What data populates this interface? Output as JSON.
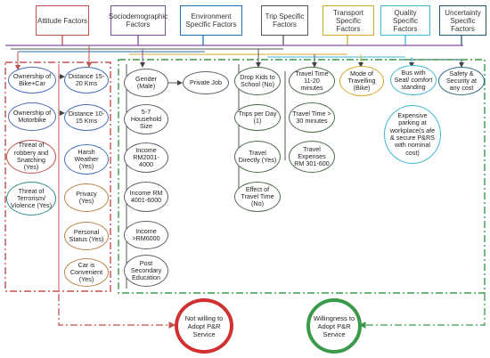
{
  "categories": {
    "attitude": "Attitude Factors",
    "sociodemographic": "Sociodemographic Factors",
    "environment": "Environment Specific Factors",
    "trip": "Trip Specific Factors",
    "transport": "Transport Specific Factors",
    "quality": "Quality Specific Factors",
    "uncertainty": "Uncertainty Specific Factors"
  },
  "nodes": {
    "ownership_bike_car": "Ownership of Bike+Car",
    "ownership_motorbike": "Ownership of Motorbike",
    "threat_robbery": "Threat of robbery and Snatching (Yes)",
    "threat_terrorism": "Threat of Terrorism/ Violence (Yes)",
    "distance_15_20": "Distance 15-20 Kms",
    "distance_10_15": "Distance 10-15 Kms",
    "harsh_weather": "Harsh Weather (Yes)",
    "privacy": "Privacy (Yes)",
    "personal_status": "Personal Status (Yes)",
    "car_convenient": "Car is Convenient (Yes)",
    "gender": "Gender (Male)",
    "household": "5-7 Household Size",
    "income_2001": "Income RM2001-4000",
    "income_4001": "Income RM 4001-6000",
    "income_6000": "Income >RM6000",
    "post_secondary": "Post Secondary Education",
    "private_job": "Private Job",
    "drop_kids": "Drop Kids to School (No)",
    "trips_per_day": "Trips per Day (1)",
    "travel_directly": "Travel Directly (Yes)",
    "effect_travel_time": "Effect of Travel Time (No)",
    "travel_time_11_20": "Travel Time 11-20 minutes",
    "travel_time_30": "Travel Time > 30 minutes",
    "travel_expenses": "Travel Expenses RM 301-600",
    "mode_travelling": "Mode of Travelling (Bike)",
    "bus_seat": "Bus with Seat/ comfort standing",
    "expensive_parking": "Expensive parking at workplace(s afe & secure P&RS with nominal cost)",
    "safety_security": "Safety & Security at any cost"
  },
  "outcomes": {
    "not_willing": "Not willing to Adopt P&R Service",
    "willing": "Willingness to Adopt P&R Service"
  },
  "colors": {
    "red_frame": "#c0504d",
    "green_frame": "#3a9a4a",
    "not_willing_ring": "#d03030",
    "willing_ring": "#3a9a4a"
  }
}
